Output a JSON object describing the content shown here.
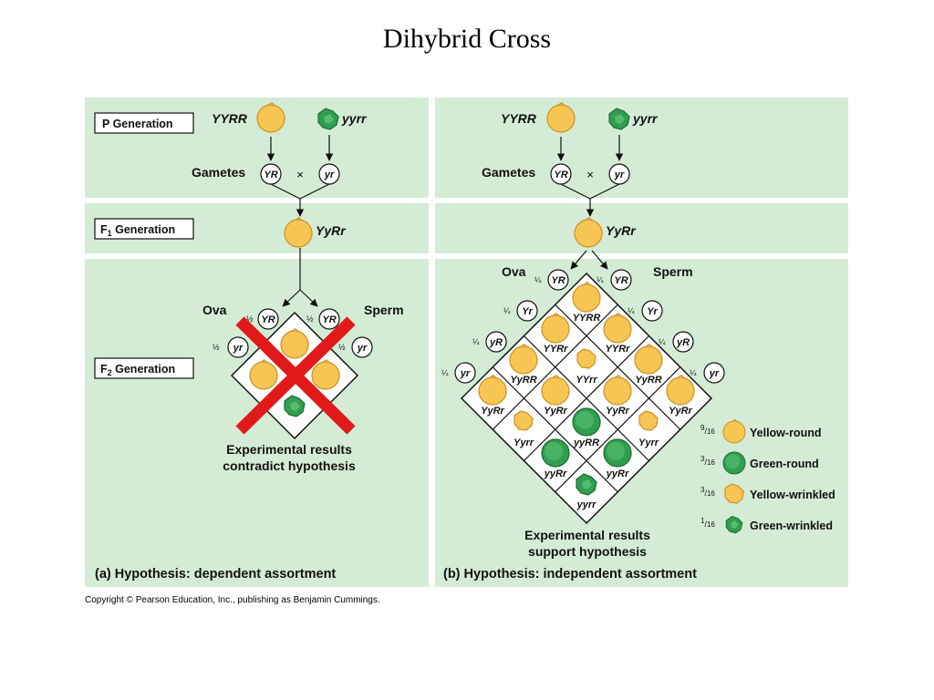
{
  "title": "Dihybrid Cross",
  "copyright": "Copyright © Pearson Education, Inc., publishing as Benjamin Cummings.",
  "colors": {
    "panel": "#d4ecd6",
    "yellow": "#f7c554",
    "yellow_stroke": "#cf8f1e",
    "green": "#2f9e4f",
    "green_stroke": "#1b6b33",
    "cross": "#e01a1a"
  },
  "labels": {
    "p_generation": "P Generation",
    "f1_generation_main": "F",
    "f1_generation_sub": "1",
    "f1_generation_rest": " Generation",
    "f2_generation_main": "F",
    "f2_generation_sub": "2",
    "f2_generation_rest": " Generation",
    "gametes": "Gametes",
    "times": "×",
    "ova": "Ova",
    "sperm": "Sperm"
  },
  "genotypes": {
    "yyrr_dom": "YYRR",
    "yyrr_rec": "yyrr",
    "f1": "YyRr",
    "gamete_dom": "YR",
    "gamete_rec": "yr",
    "gamete_Yr": "Yr",
    "gamete_yR": "yR"
  },
  "fractions": {
    "half": "½",
    "quarter": "¼"
  },
  "panel_a": {
    "result_line1": "Experimental results",
    "result_line2": "contradict hypothesis",
    "caption_letter": "(a)",
    "caption_text": "Hypothesis: dependent assortment"
  },
  "panel_b": {
    "result_line1": "Experimental results",
    "result_line2": "support hypothesis",
    "caption_letter": "(b)",
    "caption_text": "Hypothesis: independent assortment",
    "cells": [
      "YYRR",
      "YYRr",
      "YYRr",
      "YyRR",
      "YYrr",
      "YyRR",
      "YyRr",
      "YyRr",
      "YyRr",
      "YyRr",
      "Yyrr",
      "yyRR",
      "Yyrr",
      "yyRr",
      "yyRr",
      "yyrr"
    ],
    "legend": [
      {
        "num": "9",
        "den": "16",
        "label": "Yellow-round"
      },
      {
        "num": "3",
        "den": "16",
        "label": "Green-round"
      },
      {
        "num": "3",
        "den": "16",
        "label": "Yellow-wrinkled"
      },
      {
        "num": "1",
        "den": "16",
        "label": "Green-wrinkled"
      }
    ]
  }
}
